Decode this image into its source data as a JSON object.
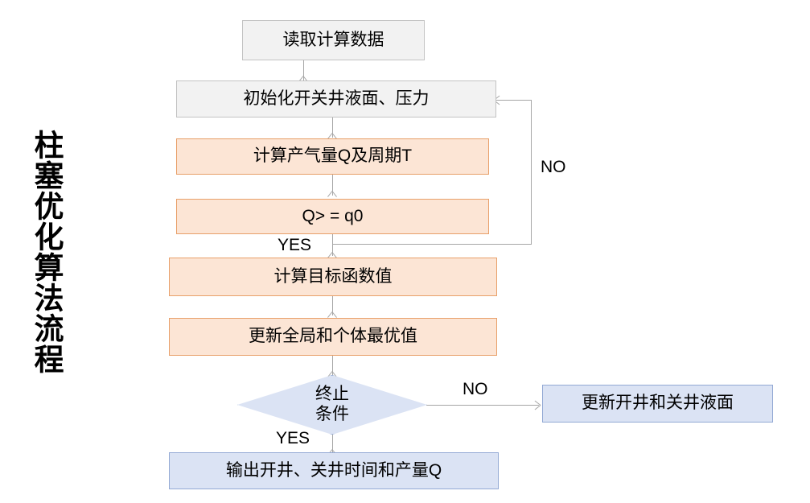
{
  "diagram": {
    "title_vertical": "柱塞优化算法流程",
    "nodes": {
      "read_data": "读取计算数据",
      "init": "初始化开关井液面、压力",
      "calc_gas": "计算产气量Q及周期T",
      "condition_q": "Q> = q0",
      "calc_objective": "计算目标函数值",
      "update_best": "更新全局和个体最优值",
      "terminate_line1": "终止",
      "terminate_line2": "条件",
      "update_levels": "更新开井和关井液面",
      "output": "输出开井、关井时间和产量Q"
    },
    "edge_labels": {
      "no_loop_q": "NO",
      "yes_q": "YES",
      "no_terminate": "NO",
      "yes_terminate": "YES"
    },
    "colors": {
      "gray_fill": "#f2f2f2",
      "gray_border": "#c3c3c3",
      "orange_fill": "#fce5d5",
      "orange_border": "#e8a06a",
      "blue_fill": "#dbe3f4",
      "blue_border": "#93a9d4",
      "line": "#a6a6a6",
      "text": "#000000",
      "background": "#ffffff"
    }
  }
}
